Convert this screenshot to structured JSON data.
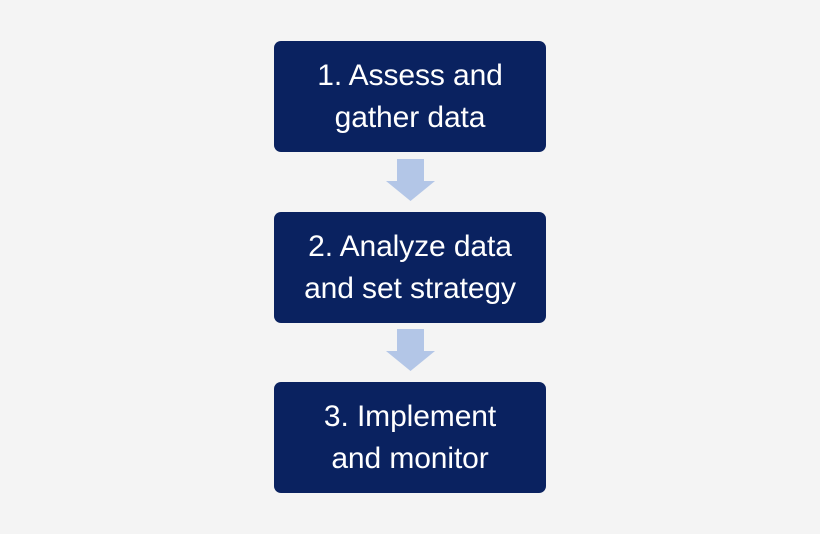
{
  "diagram": {
    "type": "vertical-flowchart",
    "background_color": "#f4f4f4",
    "box_color": "#0a2260",
    "box_text_color": "#ffffff",
    "arrow_color": "#b3c6e7",
    "steps": [
      {
        "number": "1",
        "full_text": "1. Assess and gather data",
        "line1": "1. Assess and",
        "line2": "gather data"
      },
      {
        "number": "2",
        "full_text": "2. Analyze data and set strategy",
        "line1": "2. Analyze data",
        "line2": "and set strategy"
      },
      {
        "number": "3",
        "full_text": "3. Implement and monitor",
        "line1": "3. Implement",
        "line2": "and monitor"
      }
    ],
    "connectors": [
      {
        "from": "1",
        "to": "2",
        "icon": "down-arrow-icon"
      },
      {
        "from": "2",
        "to": "3",
        "icon": "down-arrow-icon"
      }
    ]
  }
}
